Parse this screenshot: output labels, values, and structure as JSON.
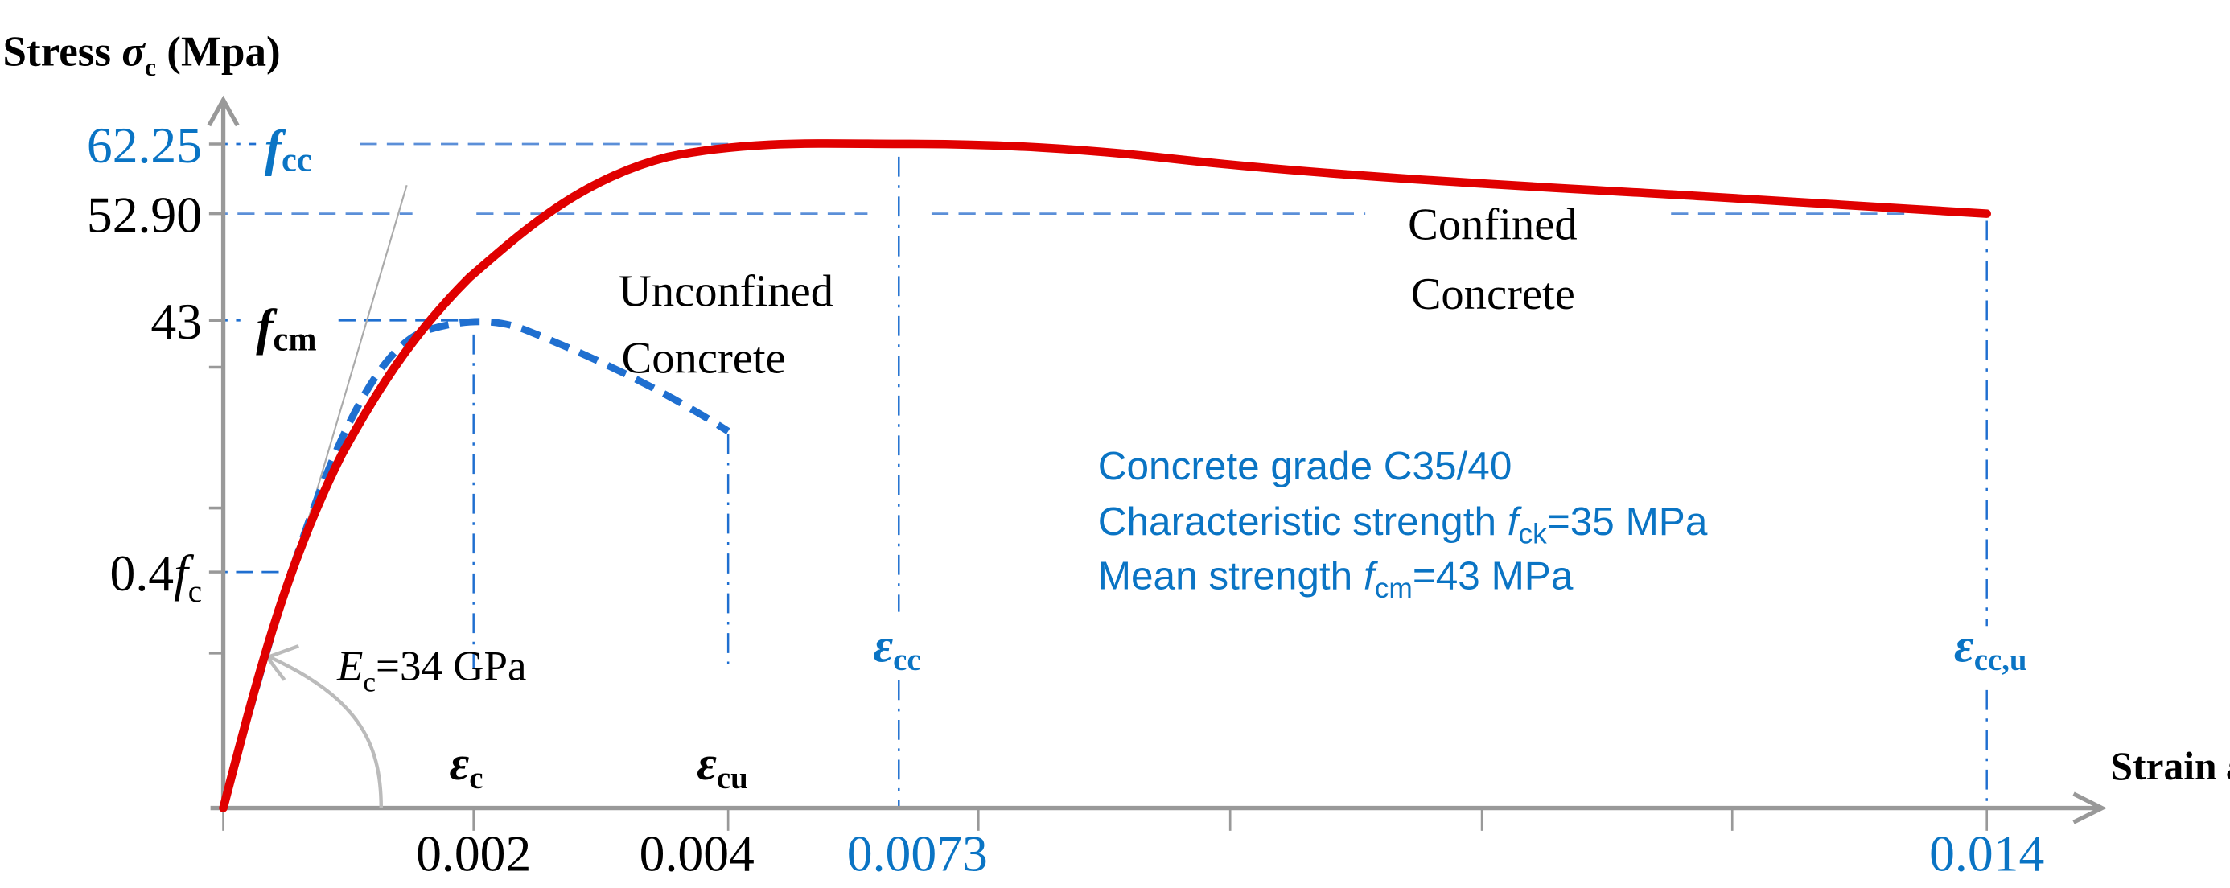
{
  "colors": {
    "confined": "#e00000",
    "unconfined": "#1f6fd0",
    "annotation_blue": "#0a74c4",
    "guide_blue": "#5b8fd8",
    "axis": "#999999",
    "text": "#000000"
  },
  "axes": {
    "y_title": "Stress",
    "y_symbol": "σ",
    "y_symbol_sub": "c",
    "y_unit": "(Mpa)",
    "x_title": "Strain",
    "x_symbol": "ε",
    "x_symbol_sub": "c"
  },
  "y_ticks": {
    "fcc_value": "62.25",
    "v5290": "52.90",
    "fcm_value": "43",
    "p04_prefix": "0.4",
    "p04_f": "f",
    "p04_sub": "c"
  },
  "y_markers": {
    "fcc_f": "f",
    "fcc_sub": "cc",
    "fcm_f": "f",
    "fcm_sub": "cm"
  },
  "x_ticks": {
    "t1": "0.002",
    "t2": "0.004",
    "t3": "0.0073",
    "t4": "0.014"
  },
  "x_markers": {
    "ec_sym": "ε",
    "ec_sub": "c",
    "ecu_sym": "ε",
    "ecu_sub": "cu",
    "ecc_sym": "ε",
    "ecc_sub": "cc",
    "eccu_sym": "ε",
    "eccu_sub": "cc,u"
  },
  "labels": {
    "unconfined_l1": "Unconfined",
    "unconfined_l2": "Concrete",
    "confined_l1": "Confined",
    "confined_l2": "Concrete",
    "ec_prefix": "E",
    "ec_sub": "c",
    "ec_value": "=34 GPa"
  },
  "info": {
    "line1": "Concrete grade C35/40",
    "line2_prefix": "Characteristic  strength ",
    "line2_f": "f",
    "line2_sub": "ck",
    "line2_suffix": "=35 MPa",
    "line3_prefix": "Mean strength ",
    "line3_f": "f",
    "line3_sub": "cm",
    "line3_suffix": "=43 MPa"
  },
  "chart_data": {
    "type": "line",
    "title": "",
    "xlabel": "Strain εc",
    "ylabel": "Stress σc (Mpa)",
    "x_tick_labels": [
      "0.002",
      "0.004",
      "0.0073",
      "0.014"
    ],
    "y_tick_labels": [
      "0.4fc",
      "43",
      "52.90",
      "62.25"
    ],
    "series": [
      {
        "name": "Confined Concrete",
        "style": "solid red",
        "points": [
          [
            0,
            0
          ],
          [
            0.0005,
            13
          ],
          [
            0.001,
            26
          ],
          [
            0.0015,
            35
          ],
          [
            0.002,
            43.5
          ],
          [
            0.0025,
            50
          ],
          [
            0.003,
            54.5
          ],
          [
            0.004,
            59
          ],
          [
            0.005,
            61.3
          ],
          [
            0.006,
            62.1
          ],
          [
            0.0073,
            62.25
          ],
          [
            0.0085,
            62.0
          ],
          [
            0.01,
            59.5
          ],
          [
            0.012,
            56.5
          ],
          [
            0.014,
            52.9
          ]
        ]
      },
      {
        "name": "Unconfined Concrete",
        "style": "dashed blue",
        "points": [
          [
            0,
            0
          ],
          [
            0.0005,
            15
          ],
          [
            0.001,
            29
          ],
          [
            0.0015,
            38.5
          ],
          [
            0.0018,
            42
          ],
          [
            0.002,
            43
          ],
          [
            0.0025,
            42
          ],
          [
            0.003,
            39
          ],
          [
            0.0035,
            35
          ],
          [
            0.004,
            30
          ]
        ]
      }
    ],
    "reference_lines": {
      "fcc": 62.25,
      "confined_ultimate_stress": 52.9,
      "fcm": 43,
      "eps_c": 0.002,
      "eps_cu": 0.004,
      "eps_cc": 0.0073,
      "eps_cc_u": 0.014
    },
    "annotations": [
      "Unconfined Concrete",
      "Confined Concrete",
      "Ec=34 GPa",
      "Concrete grade C35/40",
      "Characteristic strength fck=35 MPa",
      "Mean strength fcm=43 MPa"
    ],
    "grid": false,
    "legend": "none (inline labels)"
  }
}
